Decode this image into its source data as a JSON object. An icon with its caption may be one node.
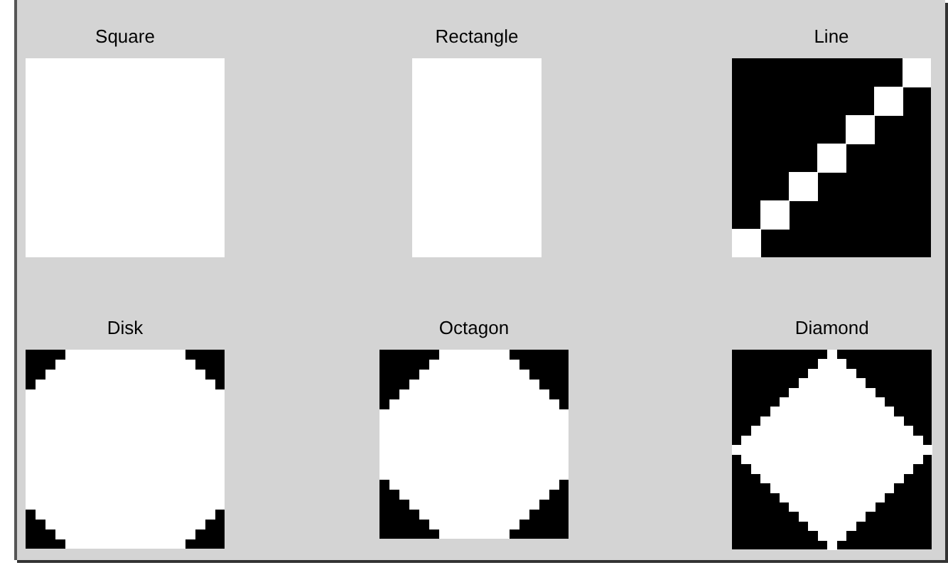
{
  "diagram": {
    "nodes": [
      {
        "text": [
          "Square"
        ]
      },
      {
        "text": [
          "Rectangle"
        ]
      },
      {
        "text": [
          "Line"
        ]
      },
      {
        "text": [
          "Disk"
        ]
      },
      {
        "text": [
          "Octagon"
        ]
      },
      {
        "text": [
          "Diamond"
        ]
      }
    ]
  }
}
